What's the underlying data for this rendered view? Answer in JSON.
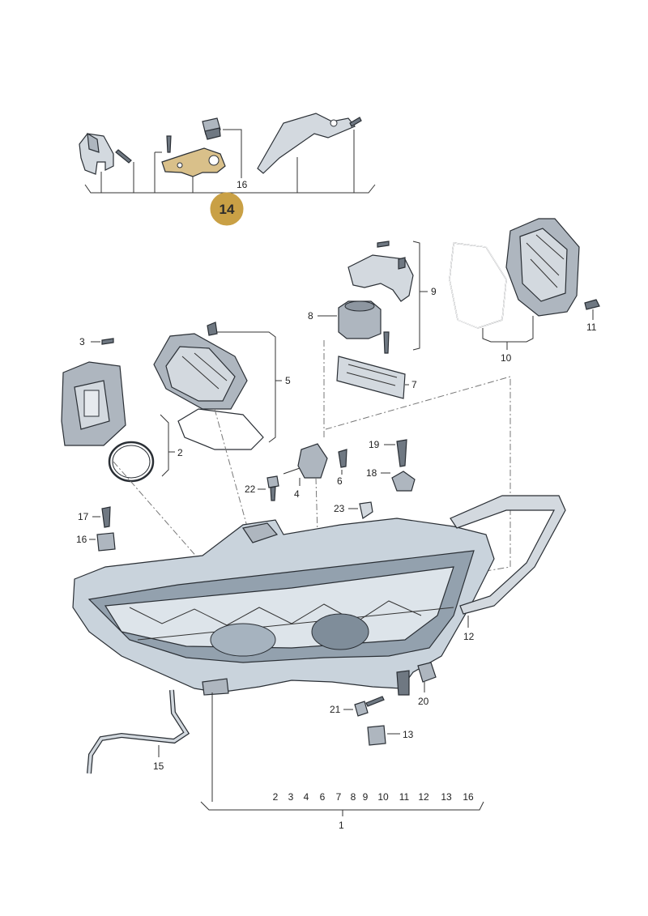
{
  "highlight_part": {
    "number": "14",
    "color": "#c9a045",
    "part_color": "#d9c08a"
  },
  "labels": {
    "p1": "1",
    "p2": "2",
    "p3": "3",
    "p4": "4",
    "p5": "5",
    "p6": "6",
    "p7": "7",
    "p8": "8",
    "p9": "9",
    "p10": "10",
    "p11": "11",
    "p12": "12",
    "p13": "13",
    "p15": "15",
    "p16_top": "16",
    "p16_left": "16",
    "p17": "17",
    "p18": "18",
    "p19": "19",
    "p20": "20",
    "p21": "21",
    "p22": "22",
    "p23": "23"
  },
  "bottom_index": [
    "2",
    "3",
    "4",
    "6",
    "7",
    "8",
    "9",
    "10",
    "11",
    "12",
    "13",
    "16"
  ]
}
